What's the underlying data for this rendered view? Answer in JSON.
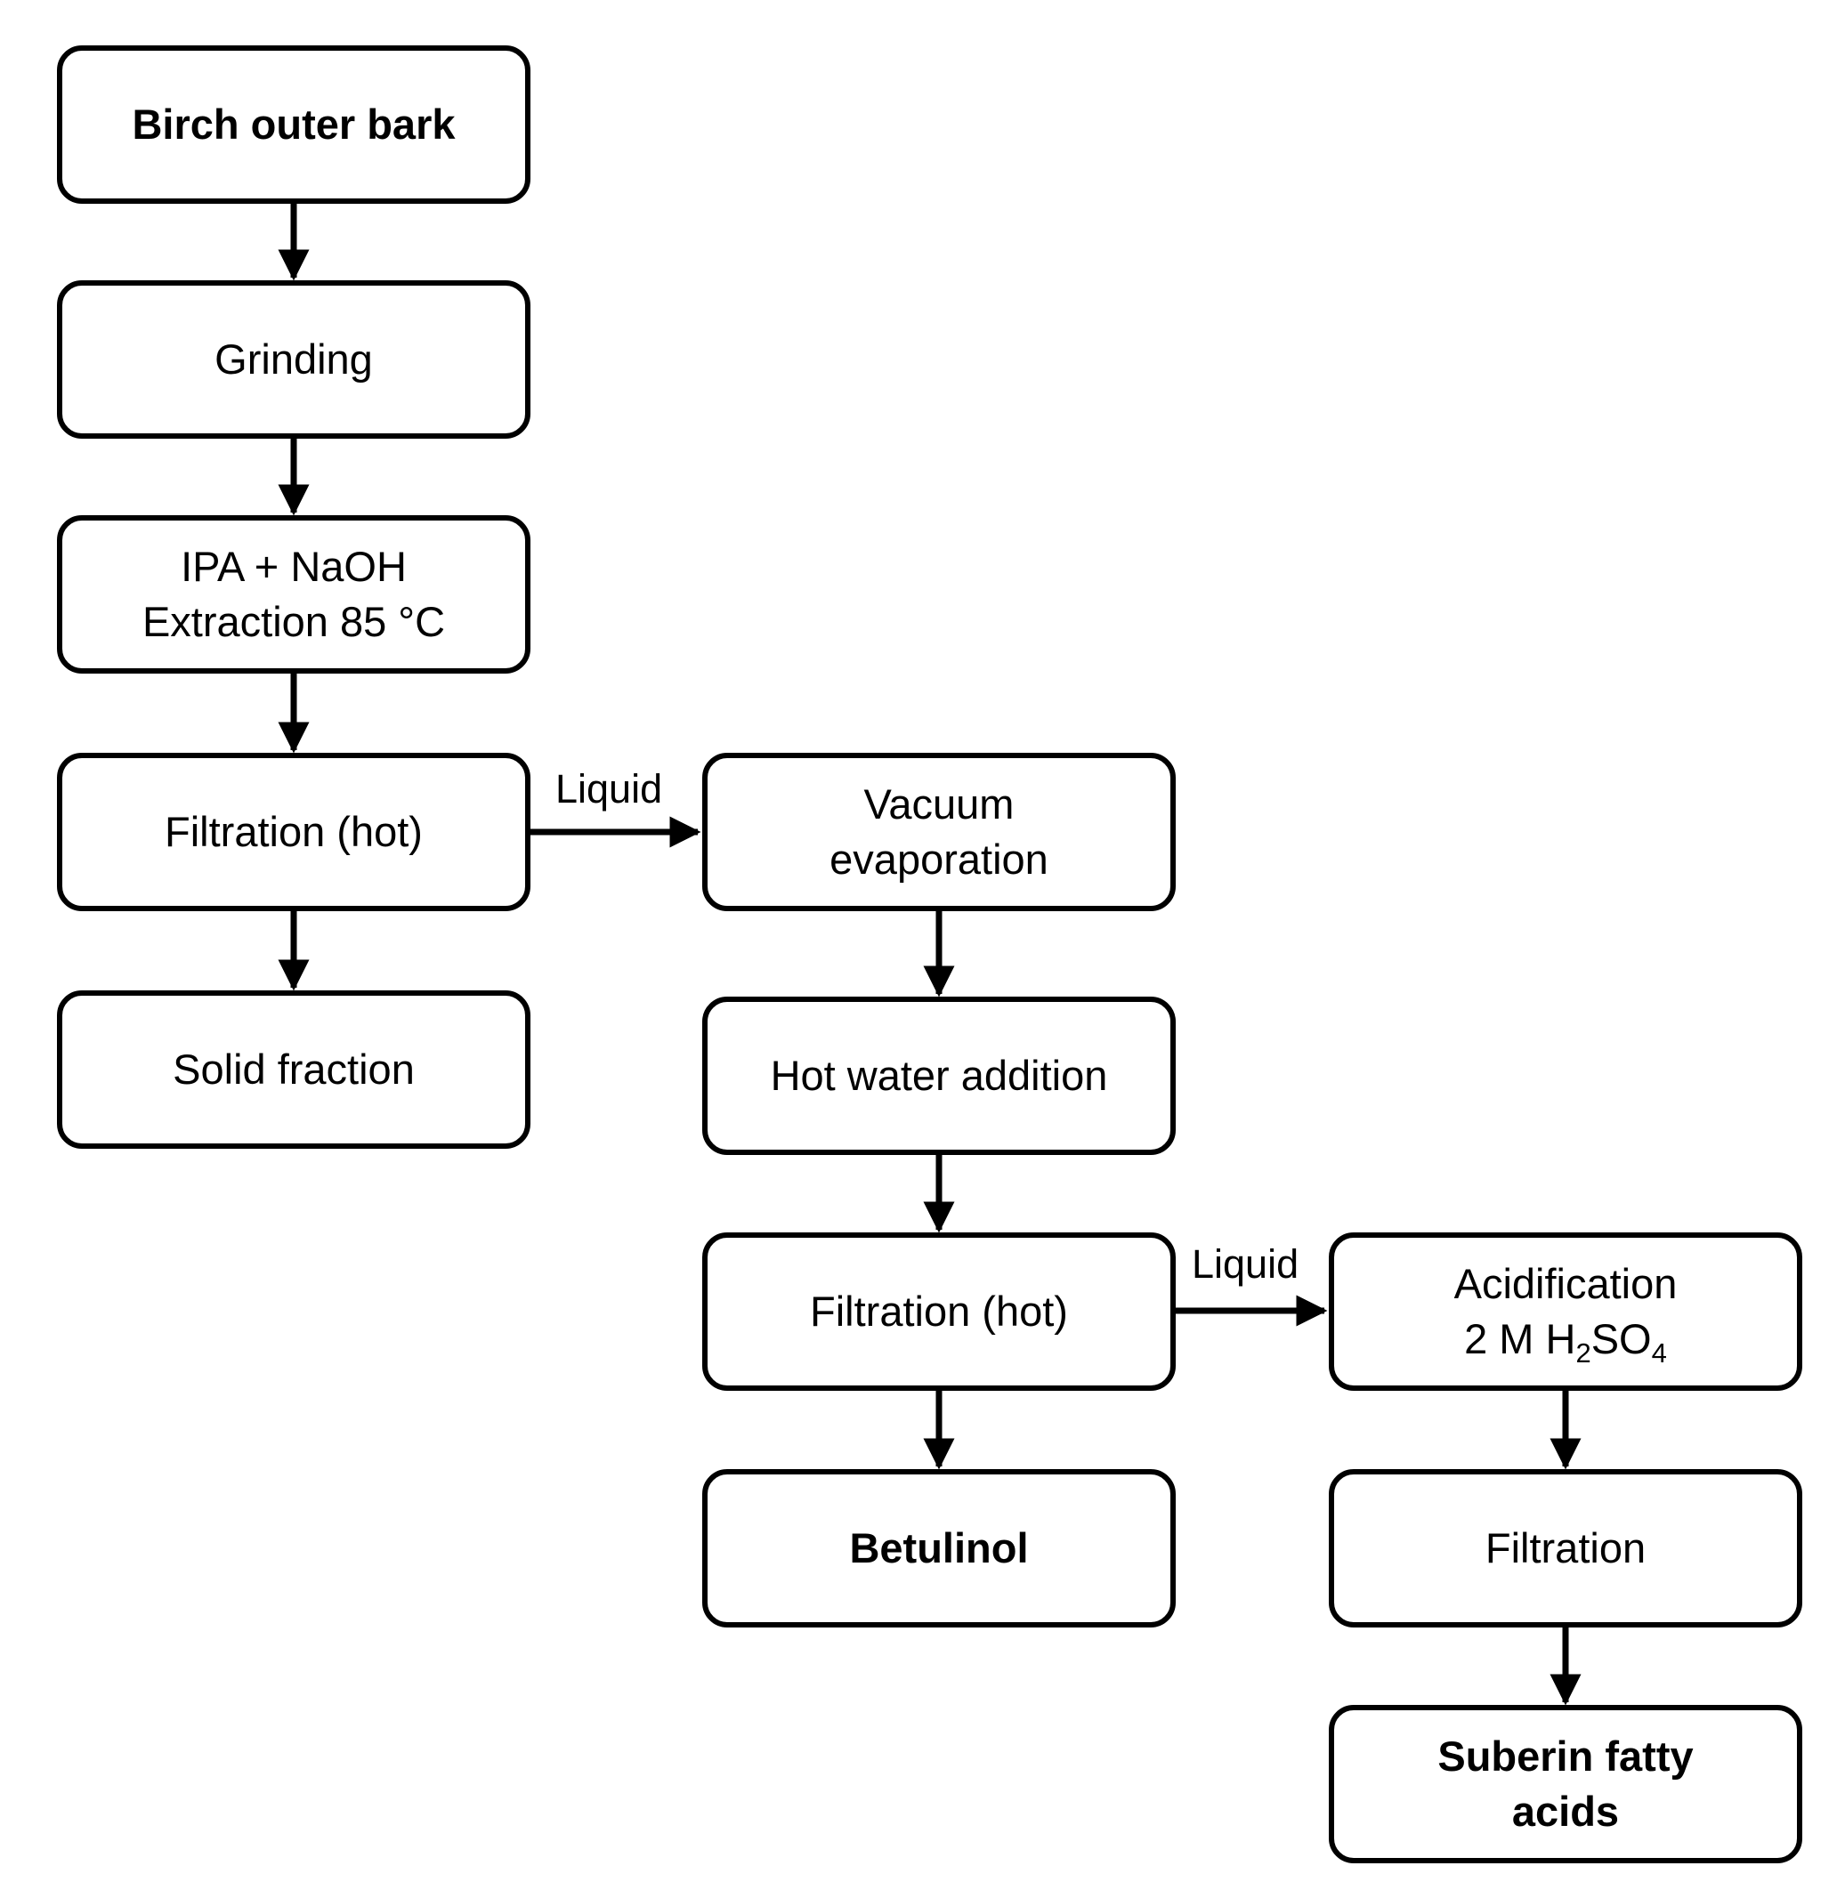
{
  "nodes": {
    "birch_outer_bark": "Birch outer bark",
    "grinding": "Grinding",
    "extraction": {
      "line1": "IPA + NaOH",
      "line2": "Extraction 85 °C"
    },
    "filtration_hot_1": "Filtration (hot)",
    "solid_fraction": "Solid fraction",
    "vacuum_evaporation": {
      "line1": "Vacuum",
      "line2": "evaporation"
    },
    "hot_water_addition": "Hot water addition",
    "filtration_hot_2": "Filtration (hot)",
    "betulinol": "Betulinol",
    "acidification": {
      "line1": "Acidification",
      "line2_prefix": "2 M H",
      "line2_sub1": "2",
      "line2_mid": "SO",
      "line2_sub2": "4"
    },
    "filtration": "Filtration",
    "suberin_fatty_acids": {
      "line1": "Suberin fatty",
      "line2": "acids"
    }
  },
  "edge_labels": {
    "liquid_1": "Liquid",
    "liquid_2": "Liquid"
  },
  "colors": {
    "stroke": "#000000",
    "fill": "#ffffff"
  }
}
